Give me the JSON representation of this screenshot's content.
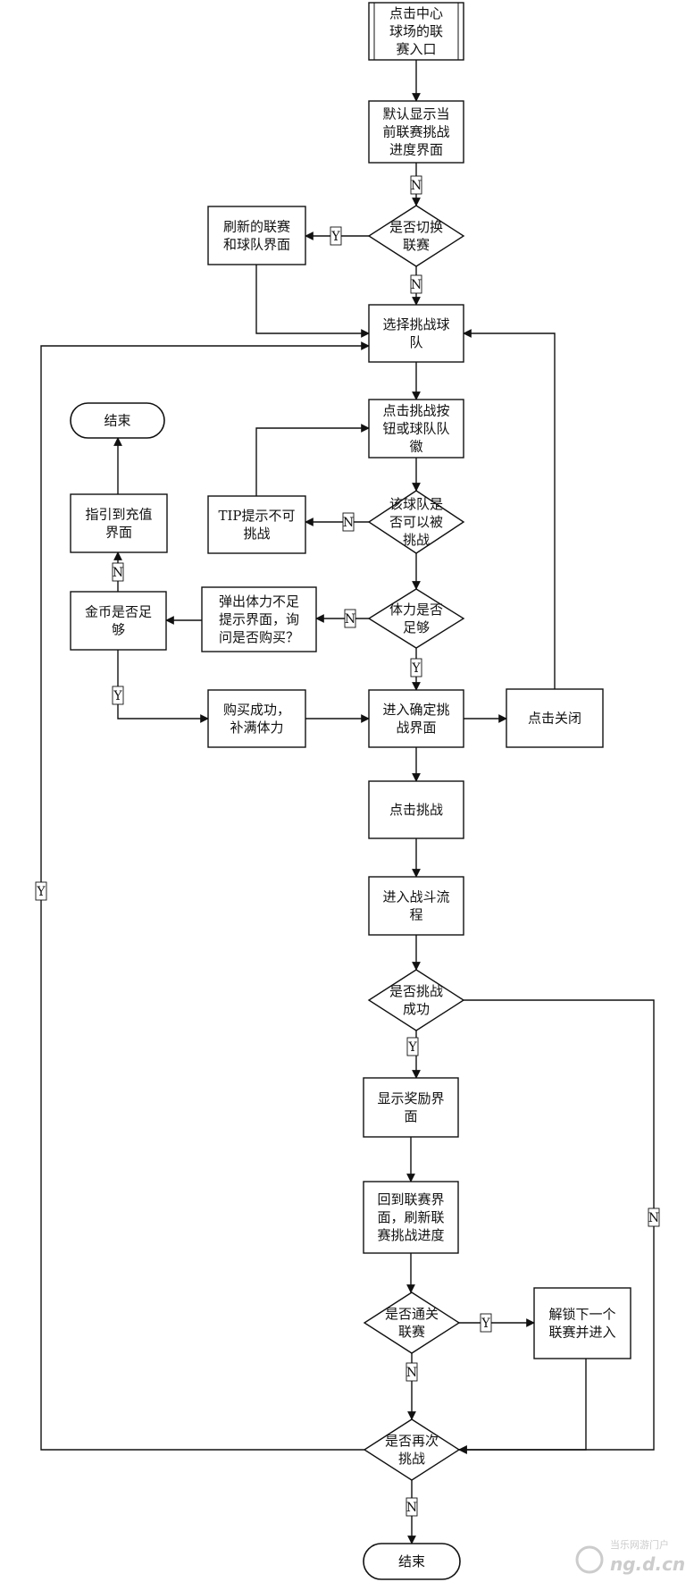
{
  "nodes": {
    "entry": [
      "点击中心",
      "球场的联",
      "赛入口"
    ],
    "default_progress": [
      "默认显示当",
      "前联赛挑战",
      "进度界面"
    ],
    "switch_league": [
      "是否切换",
      "联赛"
    ],
    "refresh_ui": [
      "刷新的联赛",
      "和球队界面"
    ],
    "select_team": [
      "选择挑战球",
      "队"
    ],
    "click_challenge_btn": [
      "点击挑战按",
      "钮或球队队",
      "徽"
    ],
    "end_top": [
      "结束"
    ],
    "guide_recharge": [
      "指引到充值",
      "界面"
    ],
    "tip_cannot": [
      "TIP提示不可",
      "挑战"
    ],
    "can_be_challenged": [
      "该球队是",
      "否可以被",
      "挑战"
    ],
    "gold_enough": [
      "金币是否足",
      "够"
    ],
    "stamina_popup": [
      "弹出体力不足",
      "提示界面，询",
      "问是否购买？"
    ],
    "stamina_enough": [
      "体力是否",
      "足够"
    ],
    "buy_success": [
      "购买成功，",
      "补满体力"
    ],
    "confirm_page": [
      "进入确定挑",
      "战界面"
    ],
    "click_close": [
      "点击关闭"
    ],
    "click_challenge": [
      "点击挑战"
    ],
    "battle_flow": [
      "进入战斗流",
      "程"
    ],
    "challenge_success": [
      "是否挑战",
      "成功"
    ],
    "reward_page": [
      "显示奖励界",
      "面"
    ],
    "back_league": [
      "回到联赛界",
      "面，刷新联",
      "赛挑战进度"
    ],
    "cleared_league": [
      "是否通关",
      "联赛"
    ],
    "unlock_next": [
      "解锁下一个",
      "联赛并进入"
    ],
    "again": [
      "是否再次",
      "挑战"
    ],
    "end_bottom": [
      "结束"
    ]
  },
  "edge_labels": {
    "progress_to_switch": "N",
    "switch_yes": "Y",
    "switch_no": "N",
    "cannot_no": "N",
    "gold_no": "N",
    "stamina_no": "N",
    "stamina_yes": "Y",
    "gold_yes": "Y",
    "again_yes": "Y",
    "success_yes": "Y",
    "success_no": "N",
    "cleared_yes": "Y",
    "cleared_no": "N",
    "again_no": "N"
  },
  "watermark": {
    "line1": "当乐网游门户",
    "line2": "ng.d.cn"
  },
  "colors": {
    "stroke": "#111111",
    "background": "#ffffff",
    "watermark": "#c7c7c7"
  }
}
